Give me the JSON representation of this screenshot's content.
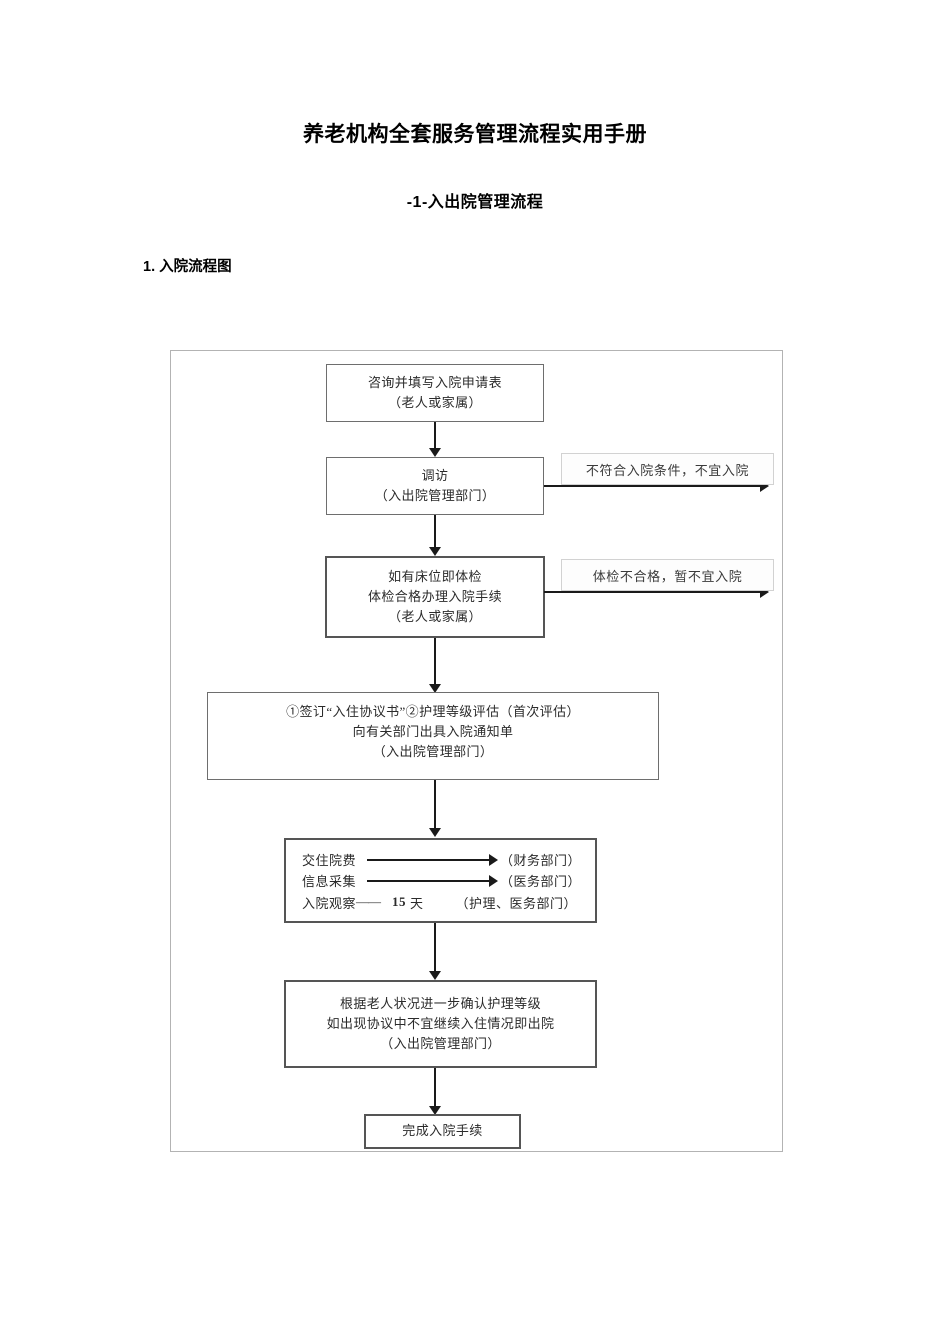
{
  "document": {
    "title": "养老机构全套服务管理流程实用手册",
    "subtitle": "-1-入出院管理流程",
    "section_heading": "1. 入院流程图"
  },
  "flowchart": {
    "nodes": [
      {
        "id": "node-consult",
        "lines": [
          "咨询并填写入院申请表",
          "（老人或家属）"
        ]
      },
      {
        "id": "node-visit",
        "lines": [
          "调访",
          "（入出院管理部门）"
        ]
      },
      {
        "id": "node-exam",
        "lines": [
          "如有床位即体检",
          "体检合格办理入院手续",
          "（老人或家属）"
        ]
      },
      {
        "id": "node-agreement",
        "lines": [
          "①签订“入住协议书”②护理等级评估（首次评估）",
          "向有关部门出具入院通知单",
          "（入出院管理部门）"
        ]
      },
      {
        "id": "node-confirm",
        "lines": [
          "根据老人状况进一步确认护理等级",
          "如出现协议中不宜继续入住情况即出院",
          "（入出院管理部门）"
        ]
      },
      {
        "id": "node-complete",
        "lines": [
          "完成入院手续"
        ]
      }
    ],
    "side_labels": [
      {
        "id": "reject-condition",
        "text": "不符合入院条件，不宜入院"
      },
      {
        "id": "reject-exam",
        "text": "体检不合格，暂不宜入院"
      }
    ],
    "task_box": {
      "rows": [
        {
          "label": "交住院费",
          "type": "arrow",
          "dept": "（财务部门）"
        },
        {
          "label": "信息采集",
          "type": "arrow",
          "dept": "（医务部门）"
        },
        {
          "label": "入院观察",
          "type": "duration",
          "dash": "——",
          "number": "15",
          "unit": "天",
          "dept": "（护理、医务部门）"
        }
      ]
    }
  }
}
